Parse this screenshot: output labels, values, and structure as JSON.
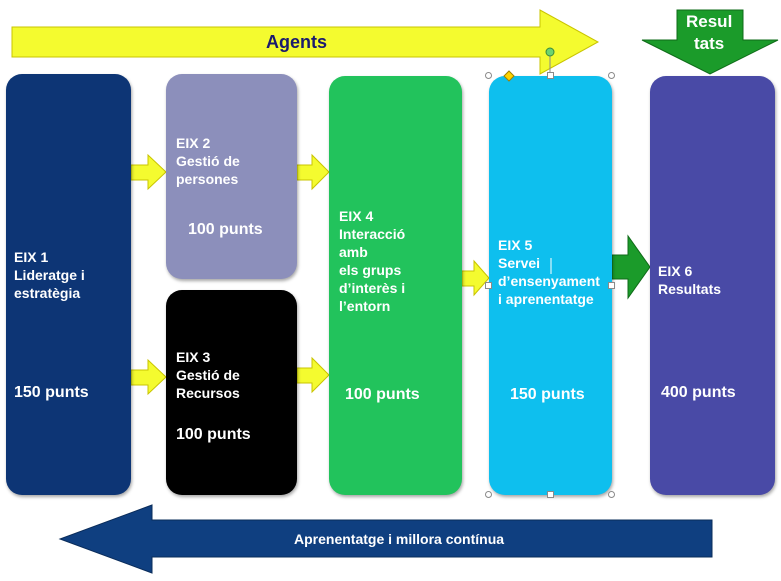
{
  "colors": {
    "eix1": "#0d3575",
    "eix2": "#8c8fbb",
    "eix3": "#000000",
    "eix4": "#22c35c",
    "eix5": "#0ebfee",
    "eix6": "#494aa6",
    "agents_arrow": "#f4fb2f",
    "results_arrow": "#1b9b2a",
    "bottom_arrow": "#0f3f80",
    "connector": "#f4fb2f"
  },
  "agents": {
    "label": "Agents"
  },
  "results_arrow": {
    "line1": "Resul",
    "line2": "tats"
  },
  "bottom": {
    "label": "Aprenentatge i millora contínua"
  },
  "eix1": {
    "title": "EIX 1",
    "line1": "Lideratge i",
    "line2": "estratègia",
    "points": "150 punts"
  },
  "eix2": {
    "title": "EIX 2",
    "line1": "Gestió de",
    "line2": "persones",
    "points": "100 punts"
  },
  "eix3": {
    "title": "EIX 3",
    "line1": "Gestió de",
    "line2": "Recursos",
    "points": "100 punts"
  },
  "eix4": {
    "title": "EIX 4",
    "line1": "Interacció",
    "line2": "amb",
    "line3": "els grups",
    "line4": "d’interès i",
    "line5": "l’entorn",
    "points": "100 punts"
  },
  "eix5": {
    "title": "EIX 5",
    "line1": "Servei",
    "line2": "d’ensenyament",
    "line3": "i aprenentatge",
    "points": "150 punts"
  },
  "eix6": {
    "title": "EIX 6",
    "line1": "Resultats",
    "points": "400 punts"
  }
}
